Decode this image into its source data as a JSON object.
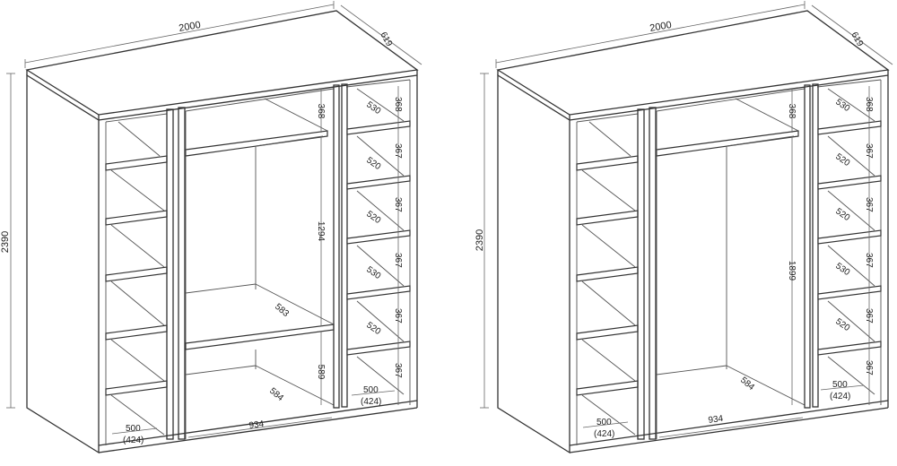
{
  "wardrobes": [
    {
      "width": "2000",
      "depth": "619",
      "height": "2390",
      "hang_upper": "368",
      "hang_rail_height": "1294",
      "hang_lower": "589",
      "mid_shelf_depth": "583",
      "bottom_depth": "584",
      "inner_width": "934",
      "left_bottom": "500",
      "left_bottom_sub": "(424)",
      "right_bottom": "500",
      "right_bottom_sub": "(424)",
      "right_heights": [
        "368",
        "367",
        "367",
        "367",
        "367",
        "367"
      ],
      "right_depths": [
        "530",
        "520",
        "520",
        "530",
        "520"
      ]
    },
    {
      "width": "2000",
      "depth": "619",
      "height": "2390",
      "hang_upper": "368",
      "hang_rail_height": "1899",
      "bottom_depth": "584",
      "inner_width": "934",
      "left_bottom": "500",
      "left_bottom_sub": "(424)",
      "right_bottom": "500",
      "right_bottom_sub": "(424)",
      "right_heights": [
        "368",
        "367",
        "367",
        "367",
        "367",
        "367"
      ],
      "right_depths": [
        "530",
        "520",
        "520",
        "530",
        "520"
      ]
    }
  ]
}
